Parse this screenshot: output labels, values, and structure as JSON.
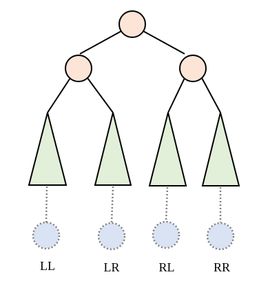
{
  "labels": {
    "ll": "LL",
    "lr": "LR",
    "rl": "RL",
    "rr": "RR"
  },
  "colors": {
    "internal_node_fill": "#fce4d6",
    "subtree_fill": "#e2efd9",
    "leaf_node_fill": "#dae3f3",
    "line": "#000000",
    "dotted_line": "#7f7f7f"
  }
}
